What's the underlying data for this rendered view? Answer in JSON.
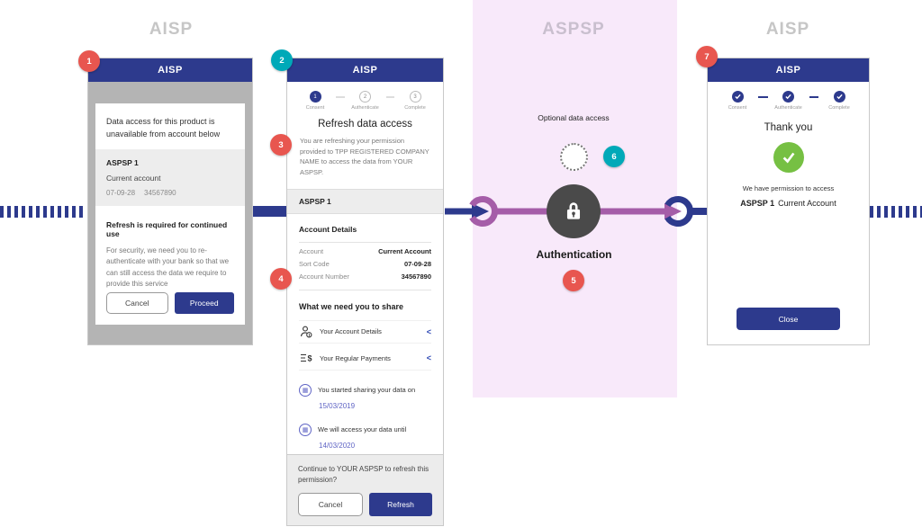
{
  "colors": {
    "brand_blue": "#2d3a8d",
    "badge_red": "#e8564f",
    "badge_teal": "#00a9b8",
    "flow_purple": "#a55da8",
    "panel_pink": "#f8e9fa",
    "success_green": "#76c043",
    "auth_gray": "#4a4a4a",
    "link_purple": "#6065c5"
  },
  "icons": {
    "calendar_glyph": "▦",
    "chevron_glyph": "<"
  },
  "lanes": {
    "left_header": "AISP",
    "middle_header": "ASPSP",
    "right_header": "AISP"
  },
  "badges": [
    {
      "label": "1",
      "color": "red"
    },
    {
      "label": "2",
      "color": "teal"
    },
    {
      "label": "3",
      "color": "red"
    },
    {
      "label": "4",
      "color": "red"
    },
    {
      "label": "5",
      "color": "red"
    },
    {
      "label": "6",
      "color": "teal"
    },
    {
      "label": "7",
      "color": "red"
    }
  ],
  "screen1": {
    "header": "AISP",
    "message": "Data access for this product is unavailable from account below",
    "account": {
      "bank": "ASPSP 1",
      "type": "Current account",
      "sort_code": "07-09-28",
      "number": "34567890"
    },
    "refresh_heading": "Refresh is required for continued use",
    "refresh_body": "For security, we need you to re-authenticate with your bank so that we can still access the data we require to provide this service",
    "cancel_label": "Cancel",
    "proceed_label": "Proceed"
  },
  "screen2": {
    "header": "AISP",
    "steps": [
      {
        "n": "1",
        "label": "Consent",
        "state": "active"
      },
      {
        "n": "2",
        "label": "Authenticate",
        "state": "todo"
      },
      {
        "n": "3",
        "label": "Complete",
        "state": "todo"
      }
    ],
    "title": "Refresh data access",
    "intro": "You are refreshing your permission provided to TPP REGISTERED COMPANY NAME to access the data from YOUR ASPSP.",
    "bank": "ASPSP 1",
    "account_details_heading": "Account Details",
    "account_rows": [
      {
        "label": "Account",
        "value": "Current Account"
      },
      {
        "label": "Sort Code",
        "value": "07-09-28"
      },
      {
        "label": "Account Number",
        "value": "34567890"
      }
    ],
    "share_heading": "What we need you to share",
    "share_items": [
      {
        "label": "Your Account Details"
      },
      {
        "label": "Your Regular Payments"
      }
    ],
    "date_rows": [
      {
        "label": "You started sharing your data on",
        "date": "15/03/2019"
      },
      {
        "label": "We will access your data until",
        "date": "14/03/2020"
      }
    ],
    "footer_question": "Continue to YOUR ASPSP to refresh this permission?",
    "cancel_label": "Cancel",
    "refresh_label": "Refresh"
  },
  "aspsp": {
    "optional_label": "Optional data access",
    "auth_label": "Authentication"
  },
  "screen4": {
    "header": "AISP",
    "steps": [
      {
        "label": "Consent"
      },
      {
        "label": "Authenticate"
      },
      {
        "label": "Complete"
      }
    ],
    "title": "Thank you",
    "permission_text": "We have permission to access",
    "bank": "ASPSP 1",
    "account_type": "Current Account",
    "close_label": "Close"
  }
}
